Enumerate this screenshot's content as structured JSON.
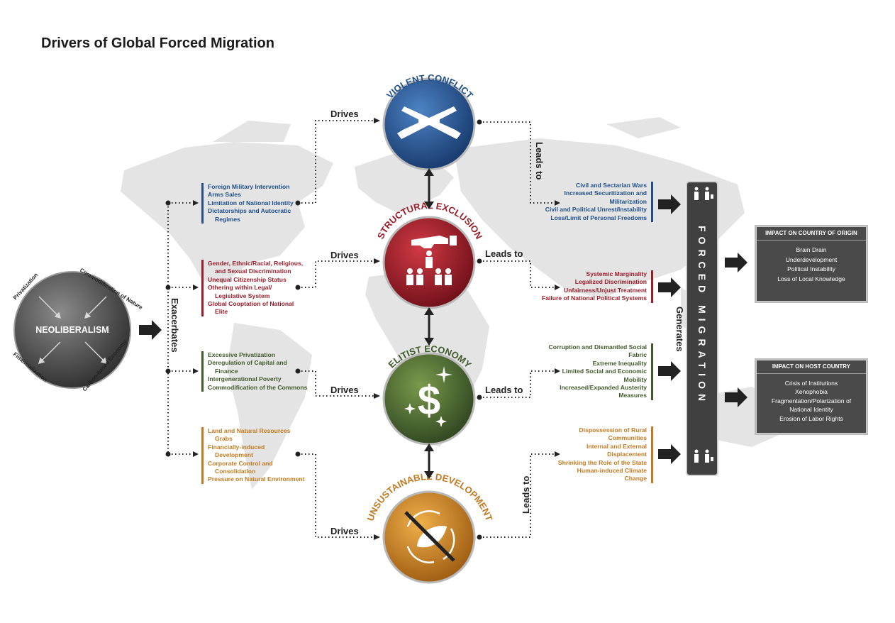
{
  "title": "Drivers of Global Forced Migration",
  "colors": {
    "blue": "#1f4f8c",
    "red": "#9a1d2a",
    "green": "#3f5a2a",
    "orange": "#c27a21",
    "dark": "#404040"
  },
  "neoliberalism": {
    "label": "NEOLIBERALISM",
    "ring_labels": [
      "Privatization",
      "Commodification of Nature",
      "Carbon-based Economy",
      "Financialization"
    ]
  },
  "exacerbates_label": "Exacerbates",
  "drivers_left": {
    "military": [
      "Foreign Military Intervention",
      "Arms Sales",
      "Limitation of National Identity",
      "Dictatorships and Autocratic",
      "Regimes"
    ],
    "social": [
      "Gender, Ethnic/Racial, Religious,",
      "and Sexual Discrimination",
      "Unequal Citizenship Status",
      "Othering within Legal/",
      "Legislative System",
      "Global Cooptation of National",
      "Elite"
    ],
    "economic": [
      "Excessive Privatization",
      "Deregulation of Capital and",
      "Finance",
      "Intergenerational Poverty",
      "Commodification of the Commons"
    ],
    "environment": [
      "Land and Natural Resources",
      "Grabs",
      "Financially-induced",
      "Development",
      "Corporate Control and",
      "Consolidation",
      "Pressure on Natural Environment"
    ]
  },
  "verbs": {
    "drives": "Drives",
    "leads_to": "Leads to",
    "generates": "Generates"
  },
  "circles": {
    "violent": "VIOLENT CONFLICT",
    "structural": "STRUCTURAL EXCLUSION",
    "elitist": "ELITIST ECONOMY",
    "unsustainable": "UNSUSTAINABLE DEVELOPMENT"
  },
  "effects_right": {
    "violent": [
      "Civil and Sectarian Wars",
      "Increased Securitization and",
      "Militarization",
      "Civil and Political Unrest/Instability",
      "Loss/Limit of Personal Freedoms"
    ],
    "structural": [
      "Systemic Marginality",
      "Legalized Discrimination",
      "Unfairness/Unjust Treatment",
      "Failure of National Political Systems"
    ],
    "elitist": [
      "Corruption and Dismantled Social",
      "Fabric",
      "Extreme Inequality",
      "Limited Social and Economic",
      "Mobility",
      "Increased/Expanded Austerity",
      "Measures"
    ],
    "unsustainable": [
      "Dispossession of Rural",
      "Communities",
      "Internal and External",
      "Displacement",
      "Shrinking the Role of the State",
      "Human-induced Climate",
      "Change"
    ]
  },
  "forced_migration_label": "FORCED MIGRATION",
  "impact_origin": {
    "title": "IMPACT ON COUNTRY OF ORIGIN",
    "items": [
      "Brain Drain",
      "Underdevelopment",
      "Political Instability",
      "Loss of Local Knowledge"
    ]
  },
  "impact_host": {
    "title": "IMPACT ON HOST COUNTRY",
    "items": [
      "Crisis of Institutions",
      "Xenophobia",
      "Fragmentation/Polarization of",
      "National Identity",
      "Erosion of Labor Rights"
    ]
  }
}
